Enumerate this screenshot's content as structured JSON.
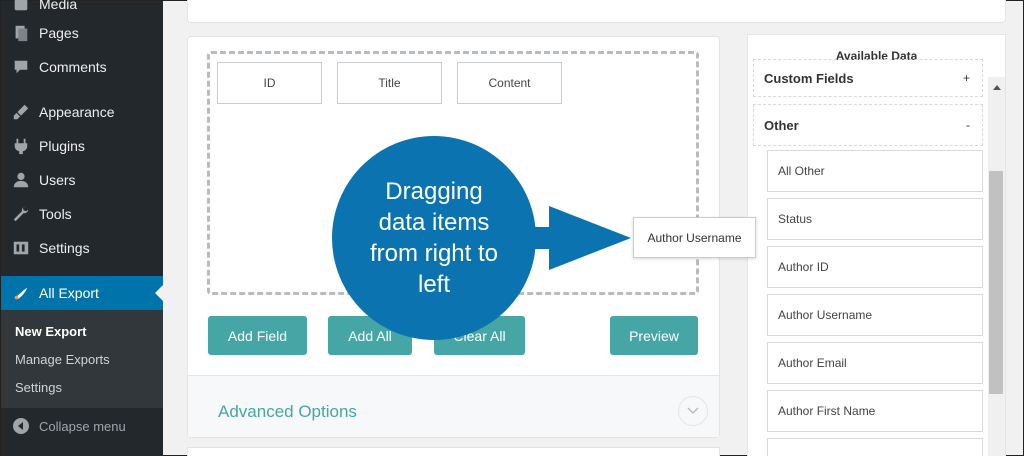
{
  "sidebar": {
    "partial_item": "Media",
    "items": [
      {
        "label": "Pages",
        "icon": "pages-icon"
      },
      {
        "label": "Comments",
        "icon": "comments-icon"
      },
      {
        "label": "Appearance",
        "icon": "appearance-icon"
      },
      {
        "label": "Plugins",
        "icon": "plugins-icon"
      },
      {
        "label": "Users",
        "icon": "users-icon"
      },
      {
        "label": "Tools",
        "icon": "tools-icon"
      },
      {
        "label": "Settings",
        "icon": "settings-icon"
      },
      {
        "label": "All Export",
        "icon": "all-export-icon",
        "active": true
      }
    ],
    "submenu": [
      "New Export",
      "Manage Exports",
      "Settings"
    ],
    "collapse_label": "Collapse menu"
  },
  "builder": {
    "fields": [
      "ID",
      "Title",
      "Content"
    ],
    "buttons": {
      "add_field": "Add Field",
      "add_all": "Add All",
      "clear_all": "Clear All",
      "preview": "Preview"
    },
    "advanced_options": "Advanced Options"
  },
  "available_data": {
    "title": "Available Data",
    "sections": [
      {
        "label": "Custom Fields",
        "toggle": "+"
      },
      {
        "label": "Other",
        "toggle": "-"
      }
    ],
    "items": [
      "All Other",
      "Status",
      "Author ID",
      "Author Username",
      "Author Email",
      "Author First Name"
    ]
  },
  "overlay": {
    "bubble_text": "Dragging data items from right to left",
    "dragged_item": "Author Username"
  },
  "colors": {
    "sidebar_bg": "#23282d",
    "active_menu": "#0073aa",
    "button_teal": "#46a6a6",
    "bubble_blue": "#0b73b0"
  }
}
